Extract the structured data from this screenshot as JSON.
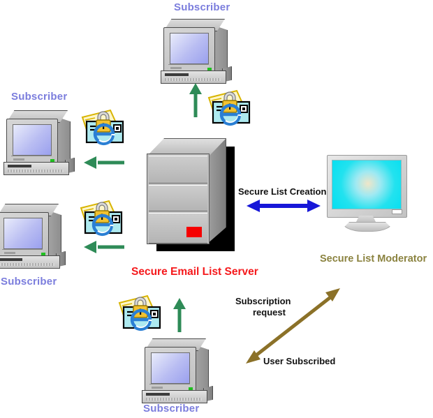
{
  "diagram": {
    "title": "Secure Email List Server architecture",
    "background": "#ffffff",
    "colors": {
      "subscriber_label": "#7b7ddd",
      "server_label": "#f5191c",
      "moderator_label": "#8b8340",
      "flow_label": "#111111",
      "green_arrow": "#2e8b57",
      "blue_arrow": "#1717d8",
      "gold_arrow": "#8b7128",
      "server_led": "#f50000",
      "lcd_screen": "#05dff0",
      "crt_screen": "#9aa0ee",
      "lock": "#f2c230",
      "envelope": "#aeeaf0",
      "e_logo": "#2a7fd4"
    },
    "nodes": {
      "subscriber_top": {
        "label": "Subscriber",
        "icon": "desktop-computer-icon"
      },
      "subscriber_left_upper": {
        "label": "Subscriber",
        "icon": "desktop-computer-icon"
      },
      "subscriber_left_lower": {
        "label": "Subscriber",
        "icon": "desktop-computer-icon"
      },
      "subscriber_bottom": {
        "label": "Subscriber",
        "icon": "desktop-computer-icon"
      },
      "server": {
        "label": "Secure Email List Server",
        "icon": "server-tower-icon"
      },
      "moderator": {
        "label": "Secure List Moderator",
        "icon": "lcd-monitor-icon"
      }
    },
    "flows": {
      "secure_list_creation": {
        "label": "Secure List Creation",
        "arrow": "double-headed-horizontal",
        "color": "#1717d8"
      },
      "subscription_request": {
        "label": "Subscription\nrequest",
        "line1": "Subscription",
        "line2": "request",
        "arrow": "diagonal-up-right",
        "color": "#8b7128"
      },
      "user_subscribed": {
        "label": "User Subscribed",
        "arrow": "diagonal-down-left",
        "color": "#8b7128"
      },
      "mail_to_top": {
        "icon": "secure-email-icon",
        "arrow": "up",
        "color": "#2e8b57"
      },
      "mail_to_left_upper": {
        "icon": "secure-email-icon",
        "arrow": "left",
        "color": "#2e8b57"
      },
      "mail_to_left_lower": {
        "icon": "secure-email-icon",
        "arrow": "left",
        "color": "#2e8b57"
      },
      "mail_from_bottom": {
        "icon": "secure-email-icon",
        "arrow": "up",
        "color": "#2e8b57"
      }
    }
  }
}
